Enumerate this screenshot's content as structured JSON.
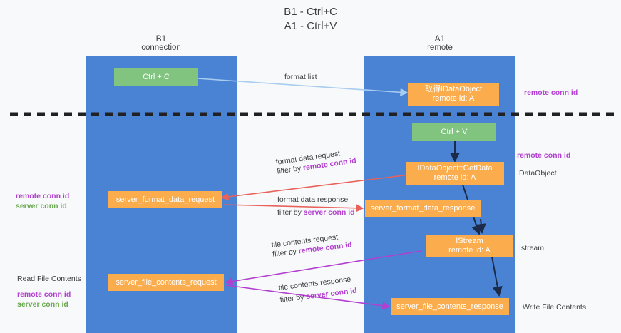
{
  "title": {
    "line1": "B1 - Ctrl+C",
    "line2": "A1 - Ctrl+V"
  },
  "columns": [
    {
      "name": "B1",
      "role": "connection"
    },
    {
      "name": "A1",
      "role": "remote"
    }
  ],
  "nodes": {
    "ctrl_c": {
      "label": "Ctrl + C"
    },
    "ctrl_v": {
      "label": "Ctrl + V"
    },
    "get_idataobject": {
      "line1": "取得IDataObject",
      "line2": "remote id: A"
    },
    "getdata": {
      "line1": "IDataObject::GetData",
      "line2": "remote id: A"
    },
    "istream": {
      "line1": "IStream",
      "line2": "remote id: A"
    },
    "server_format_data_request": {
      "label": "server_format_data_request"
    },
    "server_format_data_response": {
      "label": "server_format_data_response"
    },
    "server_file_contents_request": {
      "label": "server_file_contents_request"
    },
    "server_file_contents_response": {
      "label": "server_file_contents_response"
    }
  },
  "edges": {
    "format_list": {
      "line1": "format list"
    },
    "format_data_request": {
      "line1": "format data request",
      "line2_prefix": "filter by ",
      "line2_key": "remote conn id"
    },
    "format_data_response": {
      "line1": "format data response",
      "line2_prefix": "filter by ",
      "line2_key": "server conn id"
    },
    "file_contents_request": {
      "line1": "file contents request",
      "line2_prefix": "filter by ",
      "line2_key": "remote conn id"
    },
    "file_contents_response": {
      "line1": "file contents response",
      "line2_prefix": "filter by ",
      "line2_key": "server conn id"
    }
  },
  "annotations": {
    "right_top": "remote conn id",
    "right_getdata": "remote conn id",
    "right_dataobject": "DataObject",
    "right_istream": "Istream",
    "right_write": "Write File Contents",
    "left_mid_remote": "remote conn id",
    "left_mid_server": "server conn id",
    "left_read": "Read File Contents",
    "left_bottom_remote": "remote conn id",
    "left_bottom_server": "server conn id"
  },
  "colors": {
    "lane": "#4a83d4",
    "orange": "#fbad4e",
    "green": "#80c47f",
    "purple": "#b23fd0",
    "green_text": "#6aa84f",
    "arrow_blue": "#a8cdf0",
    "arrow_red": "#e8615a",
    "arrow_dark": "#1c2b4a",
    "divider": "#212121",
    "background": "#f8f9fa"
  }
}
